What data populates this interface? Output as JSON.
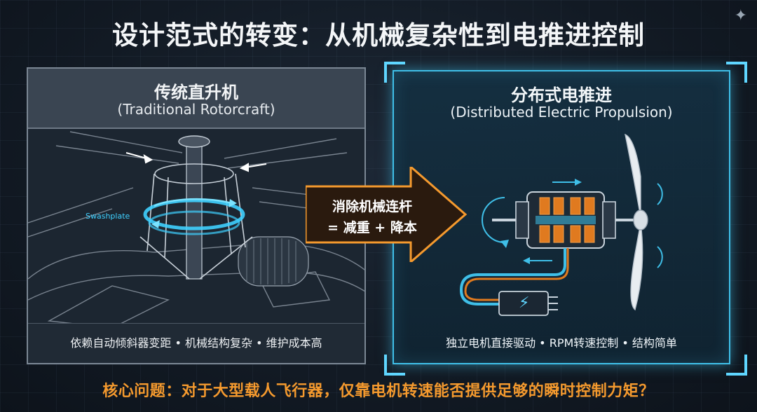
{
  "title": "设计范式的转变：从机械复杂性到电推进控制",
  "left_panel": {
    "title": "传统直升机",
    "subtitle": "(Traditional Rotorcraft)",
    "label_swashplate": "Swashplate",
    "caption": "依赖自动倾斜器变距 • 机械结构复杂 • 维护成本高"
  },
  "arrow": {
    "line1": "消除机械连杆",
    "line2": "= 减重 + 降本"
  },
  "right_panel": {
    "title": "分布式电推进",
    "subtitle": "(Distributed Electric Propulsion)",
    "caption": "独立电机直接驱动 • RPM转速控制 • 结构简单"
  },
  "bottom_question": "核心问题：对于大型载人飞行器，仅靠电机转速能否提供足够的瞬时控制力矩？",
  "colors": {
    "accent_cyan": "#3fbfe8",
    "accent_orange": "#f59a2e",
    "coil_orange": "#e07a1f"
  },
  "icons": {
    "sparkle": "sparkle-icon",
    "lightning": "lightning-icon"
  }
}
